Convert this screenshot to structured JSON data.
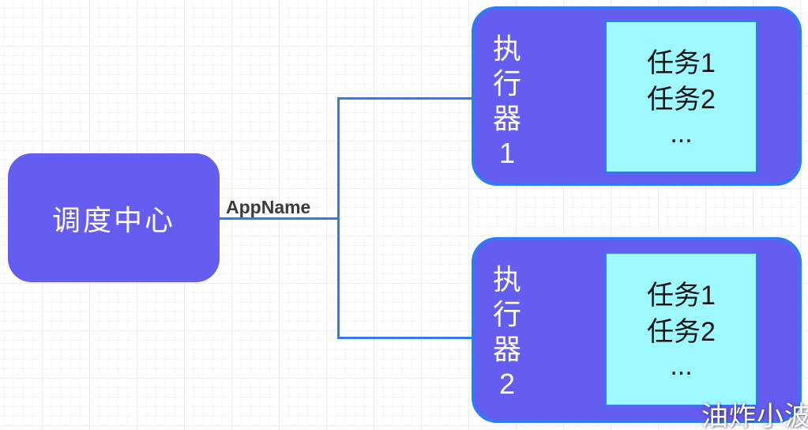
{
  "colors": {
    "node_fill": "#655cf0",
    "node_border": "#2e7bf6",
    "connector": "#2e7bf6",
    "task_panel_fill": "#9ef8ff",
    "task_panel_border": "#2e7bf6",
    "node_text": "#ffffff",
    "task_text": "#141414",
    "edge_label_text": "#3b3b3b",
    "grid_major": "#ececf2",
    "grid_minor": "#f7f7fa"
  },
  "scheduler": {
    "label": "调度中心"
  },
  "connector": {
    "label": "AppName"
  },
  "executors": [
    {
      "name": "执行器 1",
      "chars": [
        "执",
        "行",
        "器",
        "1"
      ],
      "tasks": [
        "任务1",
        "任务2",
        "..."
      ]
    },
    {
      "name": "执行器 2",
      "chars": [
        "执",
        "行",
        "器",
        "2"
      ],
      "tasks": [
        "任务1",
        "任务2",
        "..."
      ]
    }
  ],
  "watermark": {
    "text": "油炸小波"
  }
}
